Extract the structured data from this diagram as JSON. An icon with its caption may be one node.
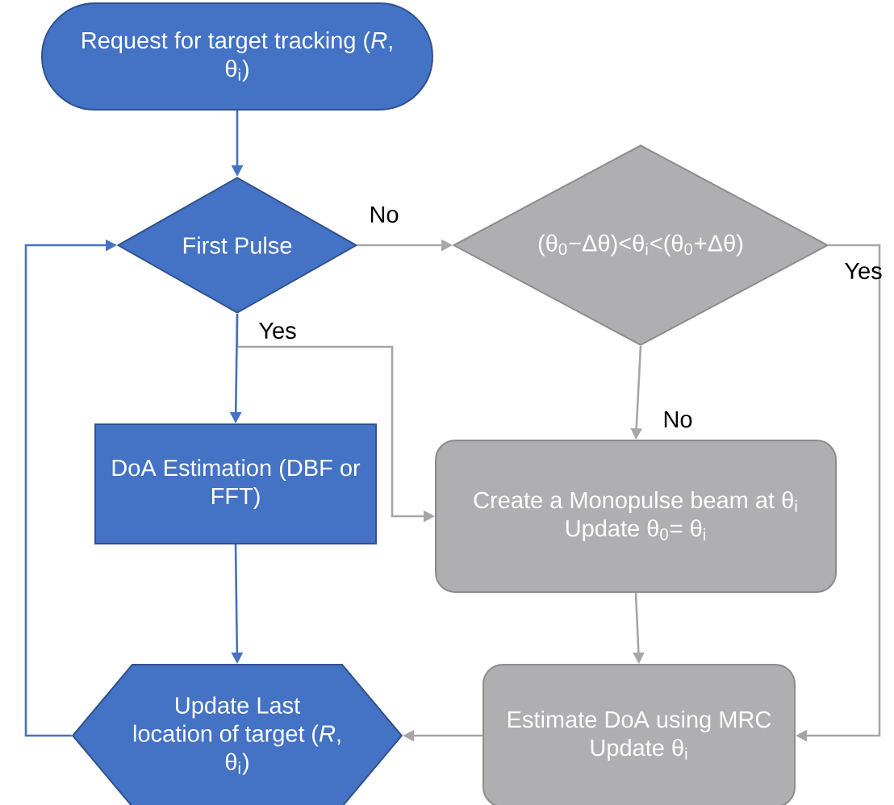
{
  "diagram": {
    "nodes": [
      {
        "text": [
          "Request for target tracking (*R*, θ$_{i}$)"
        ]
      },
      {
        "text": [
          "First Pulse"
        ]
      },
      {
        "text": [
          "(θ$_{0}$−Δθ)<θ$_{i}$<(θ$_{0}$+Δθ)"
        ]
      },
      {
        "text": [
          "DoA Estimation (DBF or FFT)"
        ]
      },
      {
        "text": [
          "Create a Monopulse beam at θ$_{i}$",
          "Update θ$_{0}$= θ$_{i}$"
        ]
      },
      {
        "text": [
          "Update Last location of target (*R*, θ$_{i}$)"
        ]
      },
      {
        "text": [
          "Estimate DoA using MRC",
          "Update θ$_{i}$"
        ]
      }
    ],
    "edges": [
      {
        "from": 0,
        "to": 1,
        "arrow": "to",
        "color": "#4472c4"
      },
      {
        "from": 1,
        "to": 2,
        "arrow": "to",
        "label": "No"
      },
      {
        "from": 1,
        "to": 3,
        "arrow": "to",
        "label": "Yes",
        "color": "#4472c4"
      },
      {
        "from": 1,
        "to": 4,
        "arrow": "to"
      },
      {
        "from": 2,
        "to": 4,
        "arrow": "to",
        "label": "No"
      },
      {
        "from": 2,
        "to": 6,
        "arrow": "to",
        "label": "Yes"
      },
      {
        "from": 3,
        "to": 5,
        "arrow": "to",
        "color": "#4472c4"
      },
      {
        "from": 4,
        "to": 6,
        "arrow": "to"
      },
      {
        "from": 6,
        "to": 5,
        "arrow": "to"
      },
      {
        "from": 5,
        "to": 1,
        "arrow": "to",
        "color": "#4472c4"
      }
    ]
  }
}
